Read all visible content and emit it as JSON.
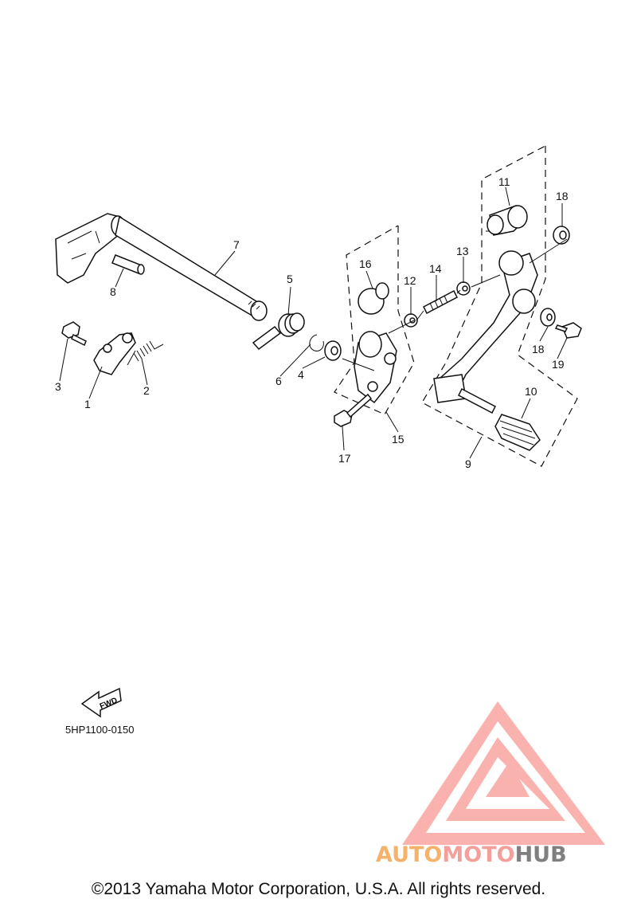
{
  "diagram": {
    "part_numbers": [
      "1",
      "2",
      "3",
      "4",
      "5",
      "6",
      "7",
      "8",
      "9",
      "10",
      "11",
      "12",
      "13",
      "14",
      "15",
      "16",
      "17",
      "18",
      "18",
      "19"
    ],
    "fwd_label": "FWD",
    "diagram_code": "5HP1100-0150"
  },
  "footer": {
    "copyright": "©2013 Yamaha Motor Corporation, U.S.A. All rights reserved."
  },
  "watermark": {
    "part1": "AUTO",
    "part2": "MOTO",
    "part3": "HUB",
    "colors": {
      "auto": "#f6b26b",
      "moto": "#f4a09a",
      "hub": "#7f7f7f",
      "logo": "#f8a5a0"
    }
  }
}
